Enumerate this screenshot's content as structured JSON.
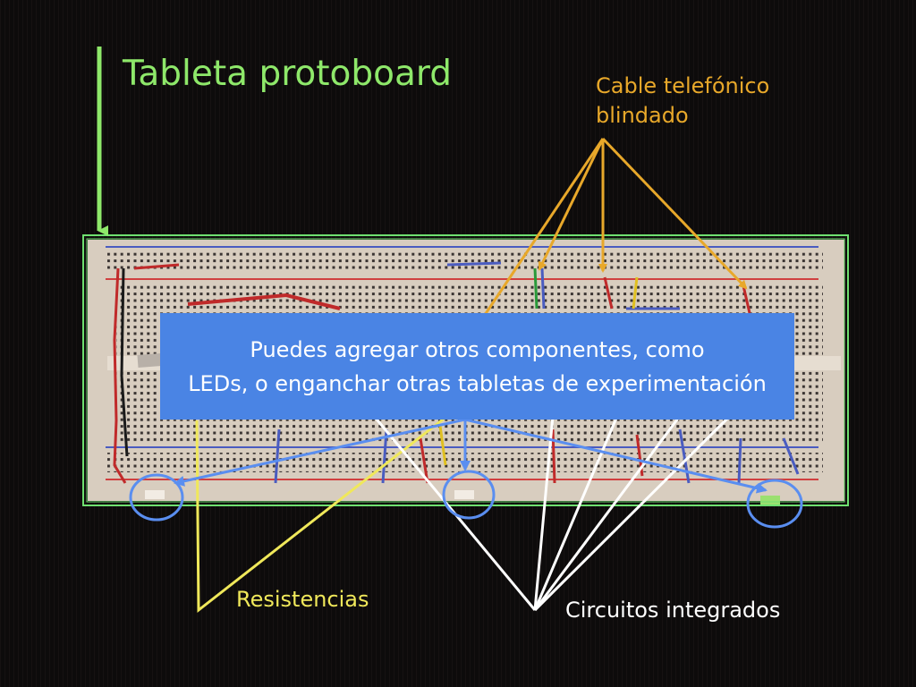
{
  "labels": {
    "title": "Tableta protoboard",
    "cable_line1": "Cable telefónico",
    "cable_line2": "blindado",
    "resistencias": "Resistencias",
    "circuitos": "Circuitos integrados"
  },
  "callout": {
    "line1": "Puedes agregar otros componentes, como",
    "line2": "LEDs, o enganchar otras tabletas de experimentación"
  },
  "colors": {
    "background": "#0d0b0b",
    "title_green": "#8ee86a",
    "cable_orange": "#e8a82a",
    "resistor_yellow": "#f0e85a",
    "ic_white": "#ffffff",
    "callout_blue": "#4a84e4"
  }
}
